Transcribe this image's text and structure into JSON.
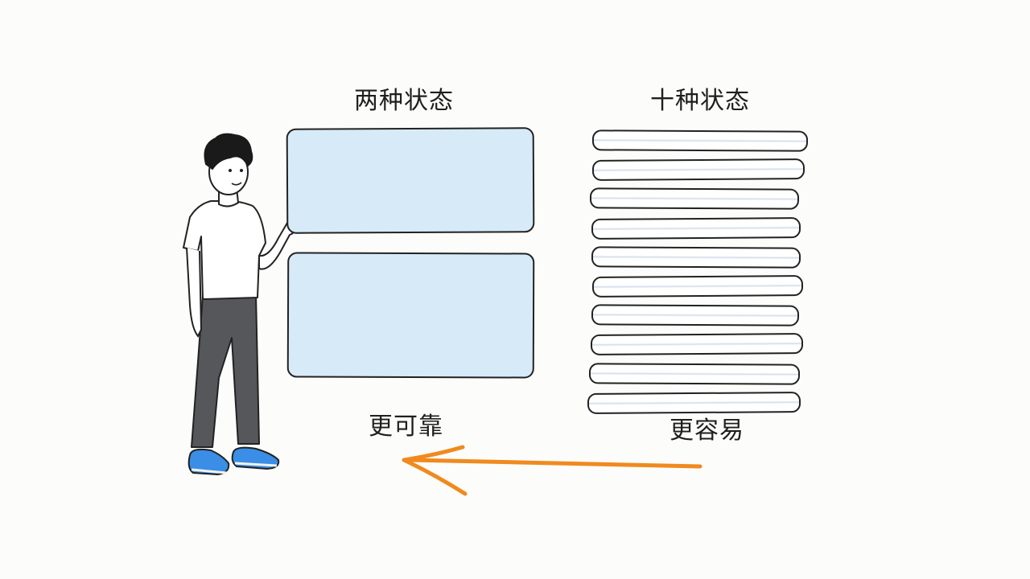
{
  "left_group": {
    "title": "两种状态",
    "caption": "更可靠",
    "box_count": 2,
    "fill_color": "#d7eaf8"
  },
  "right_group": {
    "title": "十种状态",
    "caption": "更容易",
    "bar_count": 10,
    "fill_color": "#ffffff"
  },
  "arrow": {
    "direction": "right-to-left",
    "color": "#f08a1e"
  },
  "figure": {
    "shirt_color": "#ffffff",
    "pants_color": "#55575b",
    "shoe_color": "#3a8ee6"
  }
}
